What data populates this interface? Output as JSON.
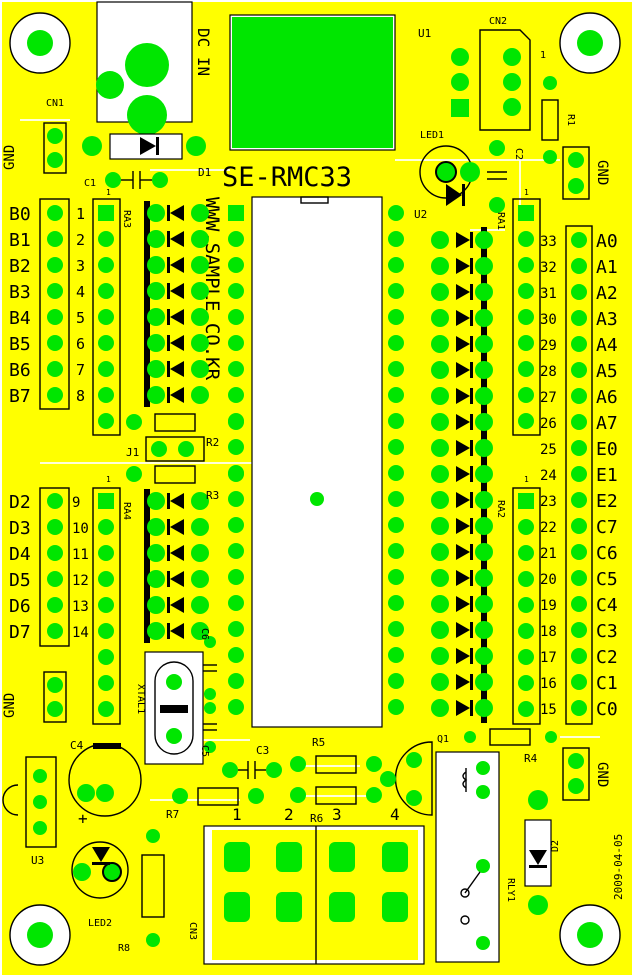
{
  "colors": {
    "board": "#ffff00",
    "copper": "#00e600",
    "copper_dark": "#00c000",
    "silk": "#000000",
    "trace": "#ffffff"
  },
  "title": "SE-RMC33",
  "url_text": "WWW.SAMPLE.CO.KR",
  "date_text": "2009-04-05",
  "dc_in": "DC IN",
  "refs": {
    "u1": "U1",
    "u2": "U2",
    "u3": "U3",
    "cn1": "CN1",
    "cn2": "CN2",
    "cn3": "CN3",
    "led1": "LED1",
    "led2": "LED2",
    "c1": "C1",
    "c2": "C2",
    "c3": "C3",
    "c4": "C4",
    "c5": "C5",
    "c6": "C6",
    "d1": "D1",
    "d2": "D2",
    "r1": "R1",
    "r2": "R2",
    "r3": "R3",
    "r4": "R4",
    "r5": "R5",
    "r6": "R6",
    "r7": "R7",
    "r8": "R8",
    "ra1": "RA1",
    "ra2": "RA2",
    "ra3": "RA3",
    "ra4": "RA4",
    "j1": "J1",
    "q1": "Q1",
    "xtal1": "XTAL1",
    "rly1": "RLY1",
    "pin1": "1",
    "plus": "+",
    "gnd": "GND"
  },
  "cn3_pins": [
    "1",
    "2",
    "3",
    "4"
  ],
  "left_ports_b": [
    "B0",
    "B1",
    "B2",
    "B3",
    "B4",
    "B5",
    "B6",
    "B7"
  ],
  "left_nums_b": [
    "1",
    "2",
    "3",
    "4",
    "5",
    "6",
    "7",
    "8"
  ],
  "left_ports_d": [
    "D2",
    "D3",
    "D4",
    "D5",
    "D6",
    "D7"
  ],
  "left_nums_d": [
    "9",
    "10",
    "11",
    "12",
    "13",
    "14"
  ],
  "right_ports": [
    "A0",
    "A1",
    "A2",
    "A3",
    "A4",
    "A5",
    "A6",
    "A7",
    "E0",
    "E1",
    "E2",
    "C7",
    "C6",
    "C5",
    "C4",
    "C3",
    "C2",
    "C1",
    "C0"
  ],
  "right_nums": [
    "33",
    "32",
    "31",
    "30",
    "29",
    "28",
    "27",
    "26",
    "25",
    "24",
    "23",
    "22",
    "21",
    "20",
    "19",
    "18",
    "17",
    "16",
    "15"
  ]
}
